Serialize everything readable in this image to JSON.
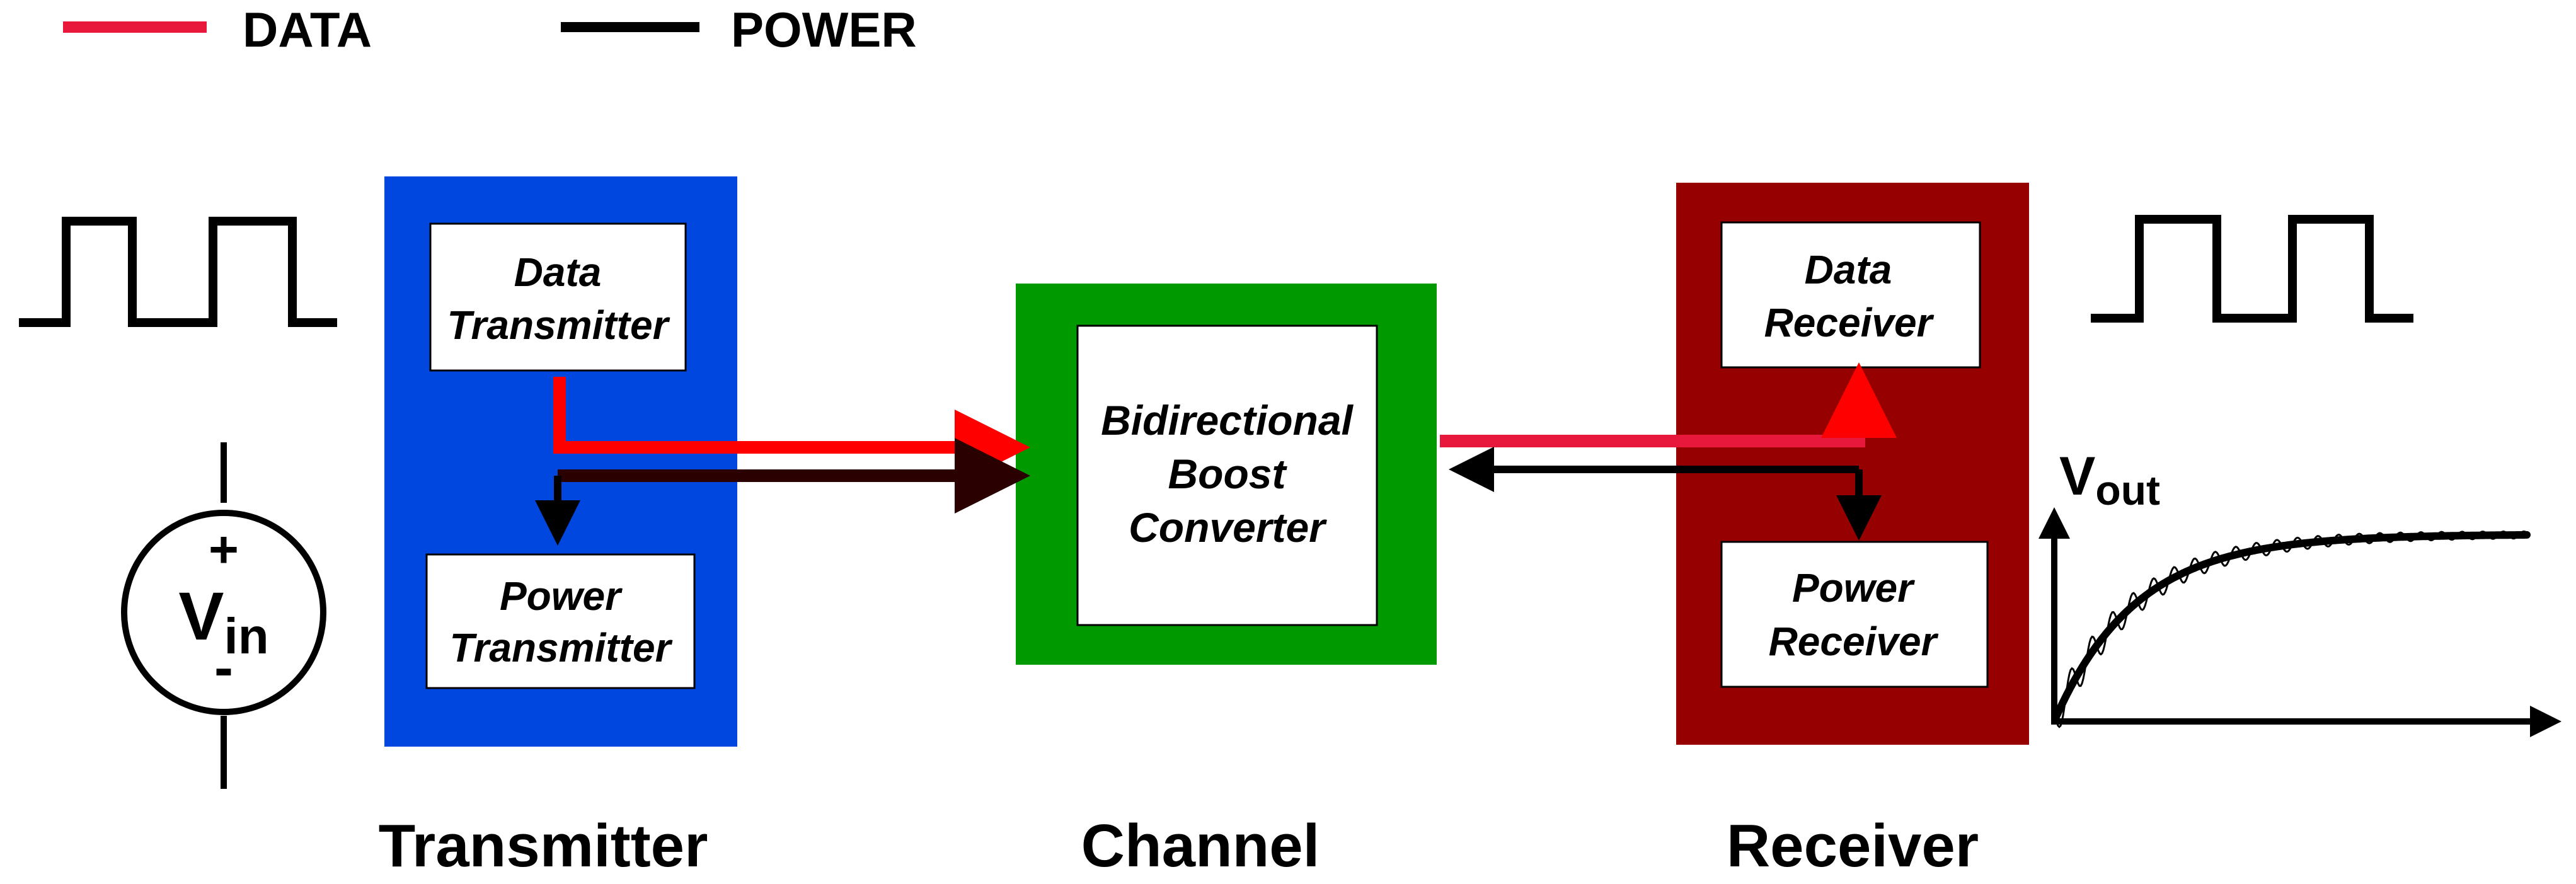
{
  "legend": {
    "data_label": "DATA",
    "power_label": "POWER",
    "data_color": "#e8173c",
    "power_color": "#000000"
  },
  "source": {
    "plus": "+",
    "minus": "-",
    "v": "V",
    "sub": "in"
  },
  "transmitter": {
    "label": "Transmitter",
    "color": "#0047e0",
    "data_box": {
      "line1": "Data",
      "line2": "Transmitter"
    },
    "power_box": {
      "line1": "Power",
      "line2": "Transmitter"
    }
  },
  "channel": {
    "label": "Channel",
    "color": "#009a00",
    "box": {
      "line1": "Bidirectional",
      "line2": "Boost",
      "line3": "Converter"
    }
  },
  "receiver": {
    "label": "Receiver",
    "color": "#960000",
    "data_box": {
      "line1": "Data",
      "line2": "Receiver"
    },
    "power_box": {
      "line1": "Power",
      "line2": "Receiver"
    }
  },
  "output": {
    "v": "V",
    "sub": "out"
  }
}
